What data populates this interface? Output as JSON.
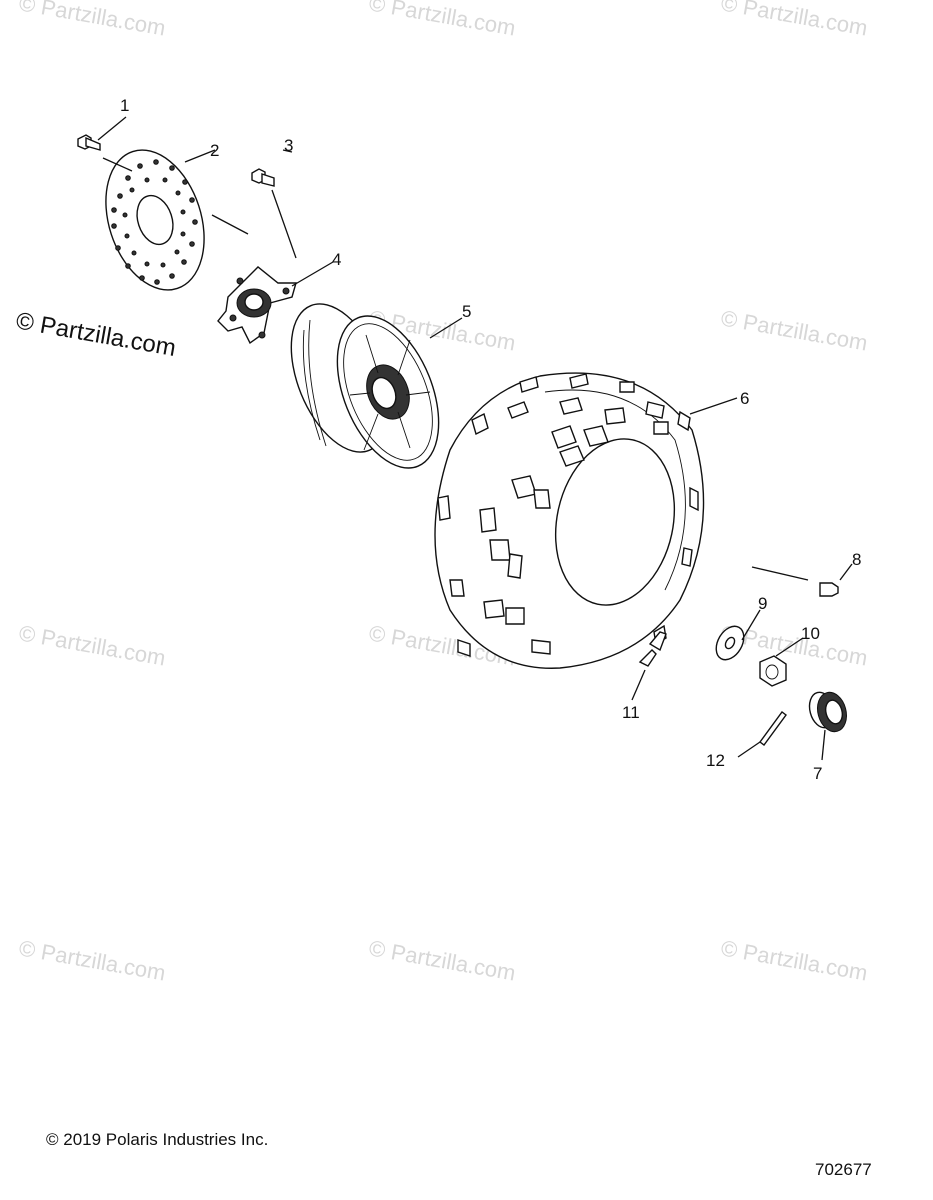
{
  "watermark": {
    "text": "© Partzilla.com"
  },
  "callouts": [
    "1",
    "2",
    "3",
    "4",
    "5",
    "6",
    "8",
    "9",
    "10",
    "11",
    "12",
    "7"
  ],
  "footer": {
    "copyright": "© 2019 Polaris Industries Inc.",
    "diagram_number": "702677"
  }
}
